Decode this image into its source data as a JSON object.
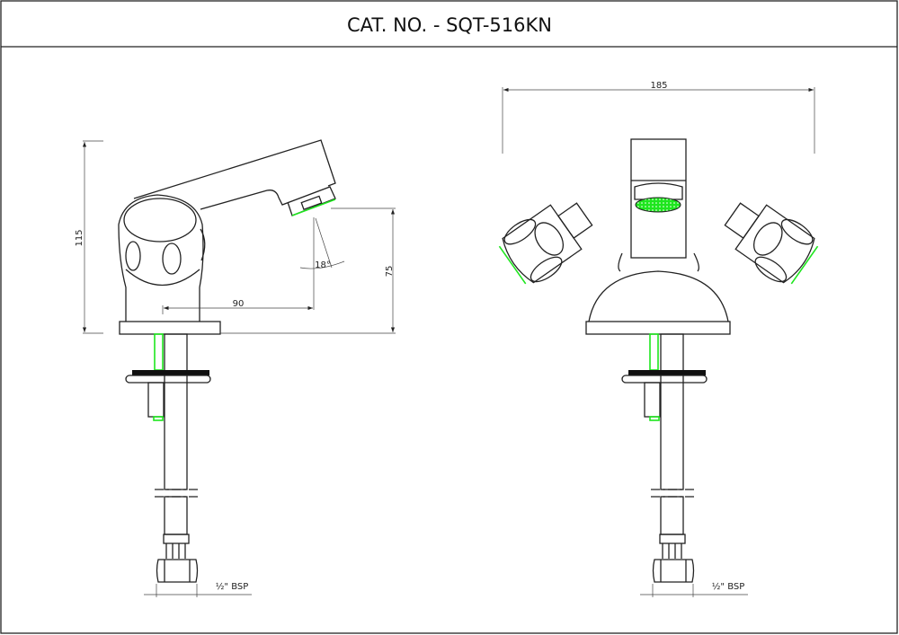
{
  "title": "CAT. NO. - SQT-516KN",
  "side_view": {
    "dim_height_total": "115",
    "dim_spout_height": "75",
    "dim_spout_reach": "90",
    "dim_angle": "18°",
    "connection": "½\" BSP"
  },
  "front_view": {
    "dim_width": "185",
    "connection": "½\" BSP"
  },
  "colors": {
    "accent": "#1ee61e",
    "line": "#222222"
  }
}
